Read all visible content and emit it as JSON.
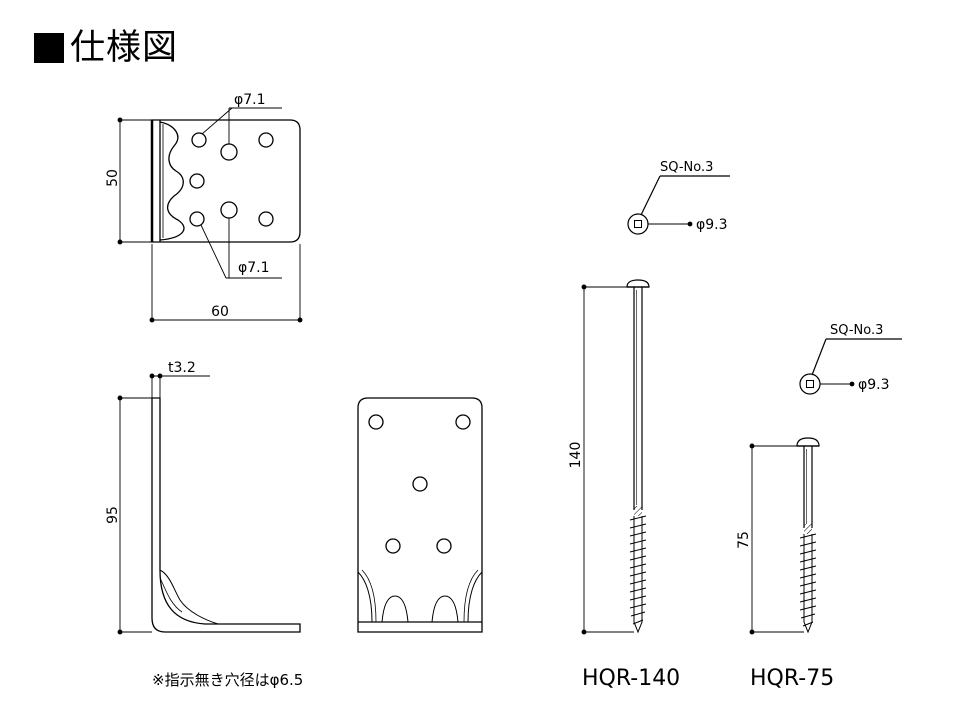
{
  "title": "仕様図",
  "top_view": {
    "hole_dia_top": "φ7.1",
    "hole_dia_bottom": "φ7.1",
    "height": "50",
    "width": "60"
  },
  "side_view": {
    "thickness": "t3.2",
    "height": "95"
  },
  "screw_140": {
    "drive": "SQ-No.3",
    "head_dia": "φ9.3",
    "length": "140",
    "name": "HQR-140"
  },
  "screw_75": {
    "drive": "SQ-No.3",
    "head_dia": "φ9.3",
    "length": "75",
    "name": "HQR-75"
  },
  "note": "※指示無き穴径はφ6.5"
}
